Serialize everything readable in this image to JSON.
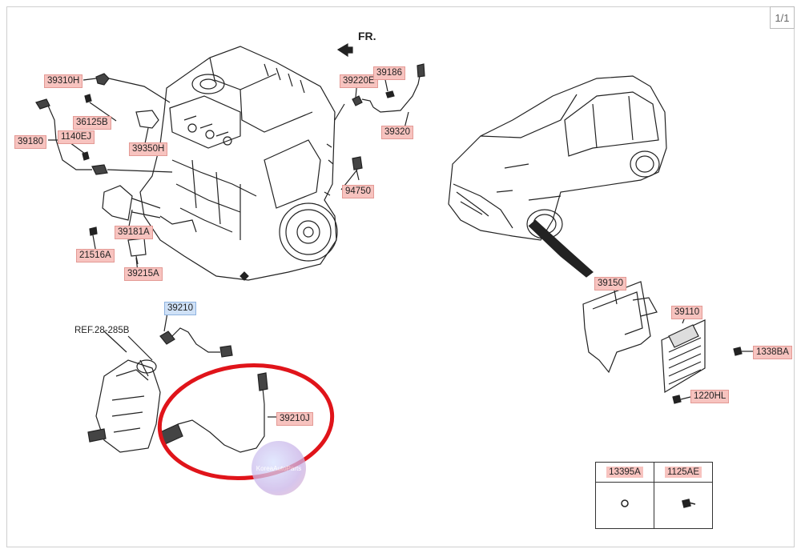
{
  "page_indicator": "1/1",
  "direction_label": "FR.",
  "labels": {
    "l39310H": "39310H",
    "l36125B": "36125B",
    "l39350H": "39350H",
    "l39180": "39180",
    "l1140EJ": "1140EJ",
    "l39220E": "39220E",
    "l39186": "39186",
    "l39320": "39320",
    "l94750": "94750",
    "l39181A": "39181A",
    "l21516A": "21516A",
    "l39215A": "39215A",
    "l39210": "39210",
    "lREF": "REF.28-285B",
    "l39210J": "39210J",
    "l39150": "39150",
    "l39110": "39110",
    "l1338BA": "1338BA",
    "l1220HL": "1220HL"
  },
  "legend": {
    "col1": "13395A",
    "col2": "1125AE"
  },
  "watermark_text": "KoreaAutoParts",
  "colors": {
    "part_label_bg": "#f7c3bf",
    "highlight_label_bg": "#cfe1f7",
    "annotation_circle": "#e0141a"
  }
}
